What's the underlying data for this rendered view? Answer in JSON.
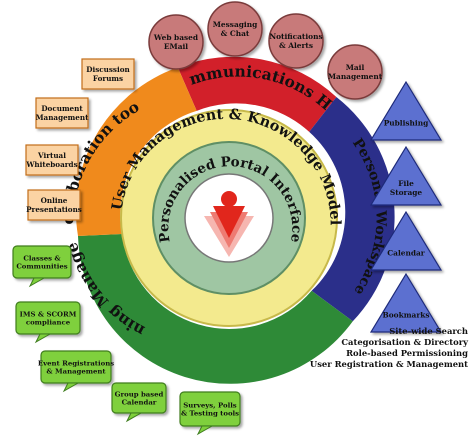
{
  "rings": {
    "inner": "Personalised Portal Interface",
    "middle": "User Management & Knowledge Model"
  },
  "segments": {
    "communications": {
      "title": "Communications Hub",
      "color": "#d2202a"
    },
    "collaboration": {
      "title": "Collaboration tools",
      "color": "#f08a1c"
    },
    "personal": {
      "title": "Personal Workspace",
      "color": "#2b2f8a"
    },
    "learning": {
      "title": "Learning Management",
      "color": "#2e8a37"
    }
  },
  "communications_items": [
    [
      "Web based",
      "EMail"
    ],
    [
      "Messaging",
      "& Chat"
    ],
    [
      "Notifications",
      "& Alerts"
    ],
    [
      "Mail",
      "Management"
    ]
  ],
  "collaboration_items": [
    [
      "Discussion",
      "Forums"
    ],
    [
      "Document",
      "Management"
    ],
    [
      "Virtual",
      "Whiteboards"
    ],
    [
      "Online",
      "Presentations"
    ]
  ],
  "personal_items": [
    "Publishing",
    "File Storage",
    "Calendar",
    "Bookmarks"
  ],
  "learning_items": [
    [
      "Classes &",
      "Communities"
    ],
    [
      "IMS & SCORM",
      "compliance"
    ],
    [
      "Event Registrations",
      "& Management"
    ],
    [
      "Group based",
      "Calendar"
    ],
    [
      "Surveys, Polls",
      "& Testing tools"
    ]
  ],
  "core_features": [
    "Site-wide Search",
    "Categorisation & Directory",
    "Role-based Permissioning",
    "User Registration & Management"
  ],
  "colors": {
    "yellow_ring": "#f3ea8e",
    "green_ring": "#9fc6a3",
    "core": "#ffffff",
    "logo": "#e1261c",
    "circle_node": "#c87a7a",
    "box_orange": "#fbd3a3",
    "box_green": "#7fd03c",
    "triangle": "#5b6fd0"
  }
}
